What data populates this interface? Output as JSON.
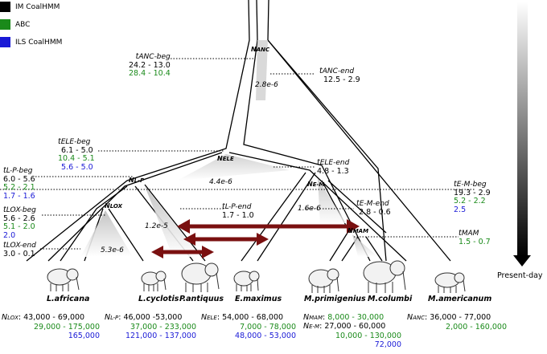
{
  "colors": {
    "im": "#000000",
    "abc": "#1a8a1a",
    "ils": "#1a1ad6",
    "arrow": "#7a1010"
  },
  "legend": [
    {
      "label": "IM CoalHMM",
      "color": "#000000"
    },
    {
      "label": "ABC",
      "color": "#1a8a1a"
    },
    {
      "label": "ILS CoalHMM",
      "color": "#1a1ad6"
    }
  ],
  "present_day": "Present-day",
  "nodes": {
    "anc": "N",
    "anc_sub": "ANC",
    "ele": "N",
    "ele_sub": "ELE",
    "lp": "N",
    "lp_sub": "L-P",
    "lox": "N",
    "lox_sub": "LOX",
    "em": "N",
    "em_sub": "E-M",
    "mam": "N",
    "mam_sub": "MAM"
  },
  "rates": {
    "anc": "2.8e-6",
    "ele": "4.4e-6",
    "lp_end": "1.2e-5",
    "em": "1.6e-6",
    "lox": "5.3e-6"
  },
  "times": {
    "anc_beg": {
      "t": "t",
      "sub": "ANC-beg",
      "v1": "24.2 - 13.0",
      "v2": "28.4 - 10.4"
    },
    "anc_end": {
      "t": "t",
      "sub": "ANC-end",
      "v1": "12.5 - 2.9"
    },
    "ele_beg": {
      "t": "t",
      "sub": "ELE-beg",
      "v1": "6.1 - 5.0",
      "v2": "10.4 - 5.1",
      "v3": "5.6 - 5.0"
    },
    "ele_end": {
      "t": "t",
      "sub": "ELE-end",
      "v1": "4.8 - 1.3"
    },
    "lp_beg": {
      "t": "t",
      "sub": "L-P-beg",
      "v1": "6.0 - 5.6",
      "v2": "5.2 - 2.1",
      "v3": "1.7 - 1.6"
    },
    "lp_end": {
      "t": "t",
      "sub": "L-P-end",
      "v1": "1.7 - 1.0"
    },
    "em_beg": {
      "t": "t",
      "sub": "E-M-beg",
      "v1": "19.3 - 2.9",
      "v2": "5.2 - 2.2",
      "v3": "2.5"
    },
    "em_end": {
      "t": "t",
      "sub": "E-M-end",
      "v1": "2.8 - 0.6"
    },
    "lox_beg": {
      "t": "t",
      "sub": "LOX-beg",
      "v1": "5.6 - 2.6",
      "v2": "5.1 - 2.0",
      "v3": "2.0"
    },
    "lox_end": {
      "t": "t",
      "sub": "LOX-end",
      "v1": "3.0 - 0.1"
    },
    "mam": {
      "t": "t",
      "sub": "MAM",
      "v1": "1.5 - 0.7"
    }
  },
  "species": [
    "L.africana",
    "L.cyclotis",
    "P.antiquus",
    "E.maximus",
    "M.primigenius",
    "M.columbi",
    "M.americanum"
  ],
  "pop_sizes": {
    "lox": {
      "n": "N",
      "sub": "LOX",
      "v1": ": 43,000 - 69,000",
      "v2": "29,000 - 175,000",
      "v3": "165,000"
    },
    "lp": {
      "n": "N",
      "sub": "L-P",
      "v1": ": 46,000 -53,000",
      "v2": "37,000 - 233,000",
      "v3": "121,000 - 137,000"
    },
    "ele": {
      "n": "N",
      "sub": "ELE",
      "v1": ": 54,000 - 68,000",
      "v2": "7,000 - 78,000",
      "v3": "48,000 - 53,000"
    },
    "mam": {
      "n": "N",
      "sub": "MAM",
      "v1": ": ",
      "v2": "8,000 - 30,000"
    },
    "em": {
      "n": "N",
      "sub": "E-M",
      "v1": ": 27,000 - 60,000",
      "v2": "10,000 - 130,000",
      "v3": "72,000"
    },
    "anc": {
      "n": "N",
      "sub": "ANC",
      "v1": ": 36,000 - 77,000",
      "v2": "2,000 - 160,000"
    }
  }
}
